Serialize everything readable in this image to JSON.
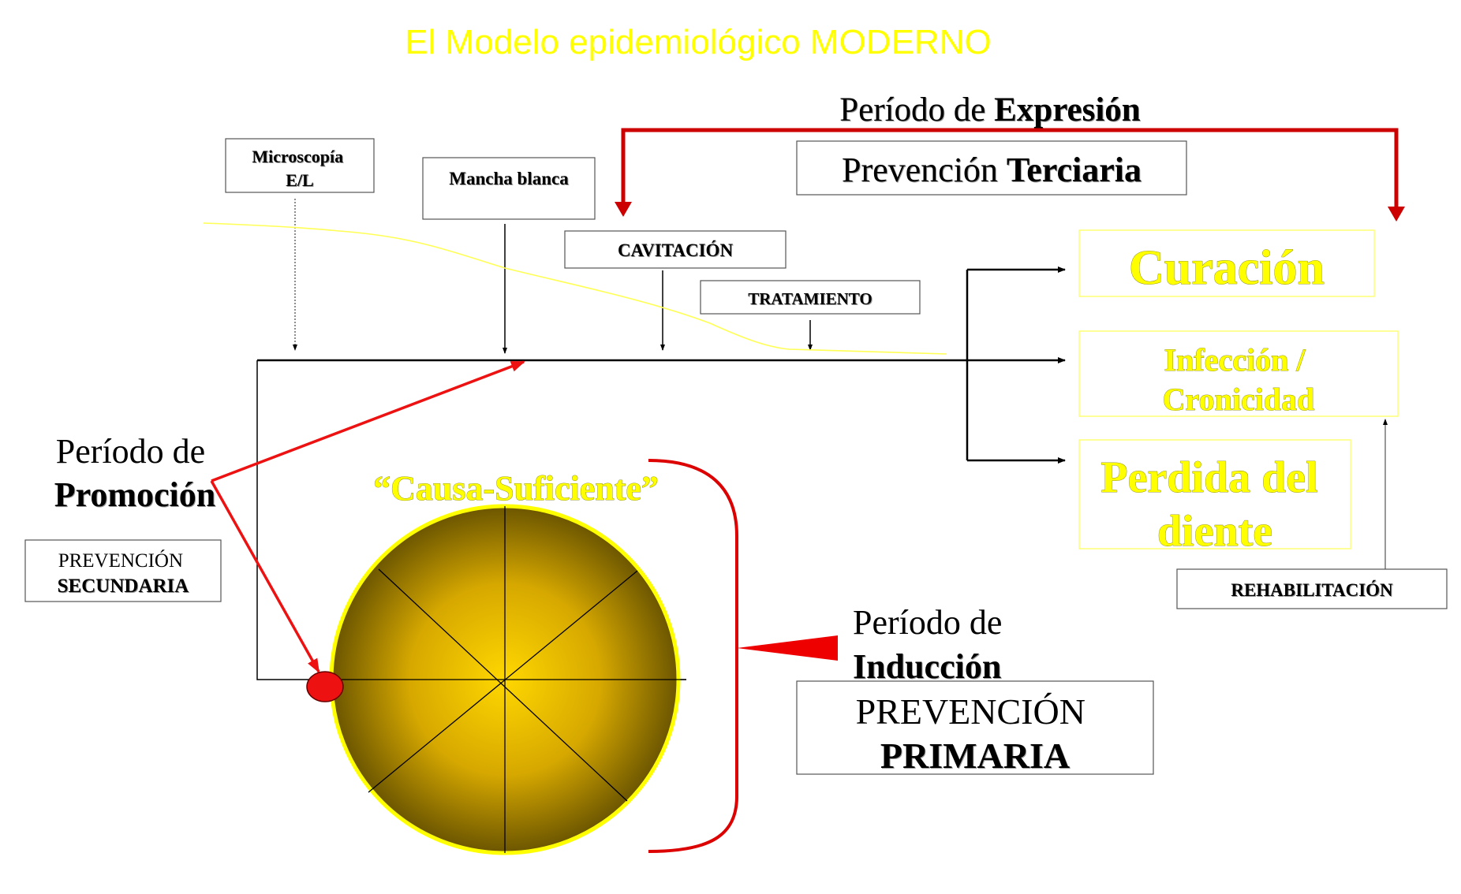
{
  "title": "El Modelo epidemiológico MODERNO",
  "expresion": {
    "pre": "Período de ",
    "bold": "Expresión"
  },
  "terciaria": {
    "pre": "Prevención ",
    "bold": "Terciaria"
  },
  "promocion": {
    "line1": "Período de",
    "line2": "Promoción"
  },
  "secundaria": {
    "line1": "PREVENCIÓN",
    "line2": "SECUNDARIA"
  },
  "causa": "“Causa-Suficiente”",
  "induccion": {
    "line1": "Período de",
    "line2": "Inducción"
  },
  "primaria": {
    "line1": "PREVENCIÓN",
    "line2": "PRIMARIA"
  },
  "stages": {
    "microscopia_line1": "Microscopía",
    "microscopia_line2": "E/L",
    "mancha": "Mancha blanca",
    "cavitacion": "CAVITACIÓN",
    "tratamiento": "TRATAMIENTO"
  },
  "outcomes": {
    "curacion": "Curación",
    "infeccion_line1": "Infección /",
    "infeccion_line2": "Cronicidad",
    "perdida_line1": "Perdida del",
    "perdida_line2": "diente"
  },
  "rehabilitacion": "REHABILITACIÓN",
  "colors": {
    "title": "#ffff00",
    "accent_red": "#cc0000",
    "outcome_yellow": "#ffff00",
    "sphere_center": "#ffd700",
    "sphere_edge": "#6b5500"
  }
}
